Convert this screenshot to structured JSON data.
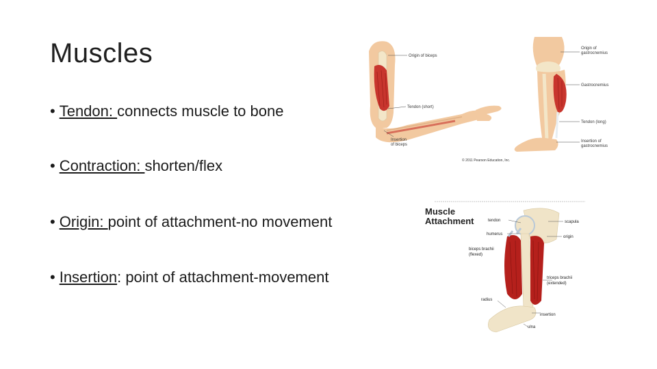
{
  "slide": {
    "title": "Muscles",
    "bullets": [
      {
        "bullet": "•",
        "term": "Tendon: ",
        "text": "connects muscle to bone"
      },
      {
        "bullet": "•",
        "term": "Contraction: ",
        "text": "shorten/flex"
      },
      {
        "bullet": "•",
        "term": "Origin: ",
        "text": "point of attachment-no movement"
      },
      {
        "bullet": "•",
        "term": "Insertion",
        "text": ": point of attachment-movement"
      }
    ]
  },
  "figures": {
    "arm": {
      "origin_label": "Origin of biceps",
      "tendon_label": "Tendon (short)",
      "insertion_label_1": "Insertion",
      "insertion_label_2": "of biceps",
      "copyright": "© 2011 Pearson Education, Inc."
    },
    "leg": {
      "origin_label_1": "Origin of",
      "origin_label_2": "gastrocnemius",
      "muscle_label": "Gastrocnemius",
      "tendon_label": "Tendon (long)",
      "insertion_label_1": "Insertion of",
      "insertion_label_2": "gastrocnemius"
    },
    "shoulder": {
      "title_1": "Muscle",
      "title_2": "Attachment",
      "tendon": "tendon",
      "scapula": "scapula",
      "humerus": "humerus",
      "origin": "origin",
      "biceps_1": "biceps brachii",
      "biceps_2": "(flexed)",
      "triceps_1": "triceps brachii",
      "triceps_2": "(extended)",
      "radius": "radius",
      "insertion": "insertion",
      "ulna": "ulna"
    }
  },
  "colors": {
    "skin": "#f2c9a0",
    "bone": "#f3e6c8",
    "muscle": "#c8352d",
    "muscle_dark": "#9e1f1a",
    "tendon": "#e8eef2",
    "shoulder_muscle": "#b5201c",
    "shoulder_bone": "#f0e4c8"
  }
}
